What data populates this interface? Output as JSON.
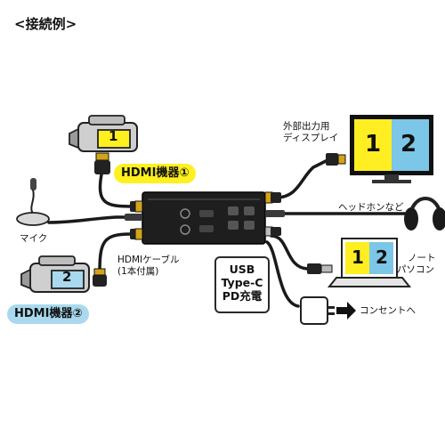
{
  "heading": "<接続例>",
  "labels": {
    "hdmi_device_1": "HDMI機器①",
    "hdmi_device_2": "HDMI機器②",
    "mic": "マイク",
    "hdmi_cable_line1": "HDMIケーブル",
    "hdmi_cable_line2": "(1本付属)",
    "ext_display_line1": "外部出力用",
    "ext_display_line2": "ディスプレイ",
    "headphones": "ヘッドホンなど",
    "laptop_line1": "ノート",
    "laptop_line2": "パソコン",
    "usb_line1": "USB",
    "usb_line2": "Type-C",
    "usb_line3": "PD充電",
    "outlet": "コンセントへ"
  },
  "screen_numbers": {
    "camera_1": "1",
    "camera_2": "2",
    "monitor_left": "1",
    "monitor_right": "2",
    "laptop_left": "1",
    "laptop_right": "2"
  },
  "colors": {
    "device1_badge": "#fff01f",
    "device2_badge": "#a9d9ee",
    "screen_yellow": "#ffee22",
    "screen_blue": "#7cc6e8",
    "camera_body": "#cfcfcf",
    "switch_body": "#1e1e1e",
    "cable": "#1a1a1a"
  }
}
